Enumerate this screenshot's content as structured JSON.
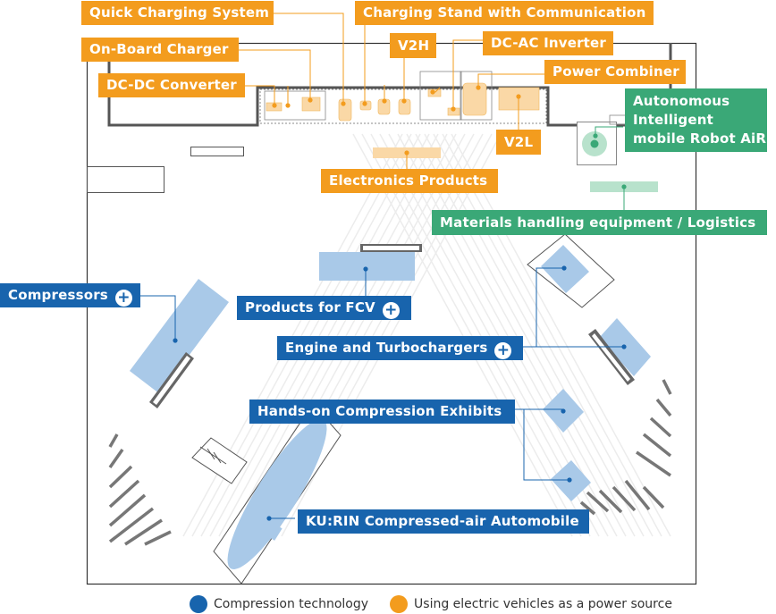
{
  "labels": {
    "quick_charging_system": "Quick Charging System",
    "charging_stand": "Charging Stand with Communication",
    "on_board_charger": "On-Board Charger",
    "v2h": "V2H",
    "dc_ac_inverter": "DC-AC Inverter",
    "dc_dc_converter": "DC-DC Converter",
    "power_combiner": "Power Combiner",
    "v2l": "V2L",
    "air_line1": "Autonomous",
    "air_line2": "Intelligent",
    "air_line3": "mobile Robot AiR",
    "electronics_products": "Electronics Products",
    "materials_handling": "Materials handling equipment / Logistics",
    "compressors": "Compressors",
    "products_for_fcv": "Products for FCV",
    "engine_turbochargers": "Engine and Turbochargers",
    "hands_on_compression": "Hands-on Compression Exhibits",
    "kurin": "KU:RIN Compressed-air Automobile",
    "plus_symbol": "+"
  },
  "legend": {
    "compression": "Compression technology",
    "electric": "Using electric vehicles as a power source"
  },
  "colors": {
    "orange": "#f39c1e",
    "green": "#3aa877",
    "blue": "#1864ad",
    "light_blue": "#a9c9e8",
    "light_orange": "#fad8a6",
    "light_green": "#b8e2cc"
  }
}
